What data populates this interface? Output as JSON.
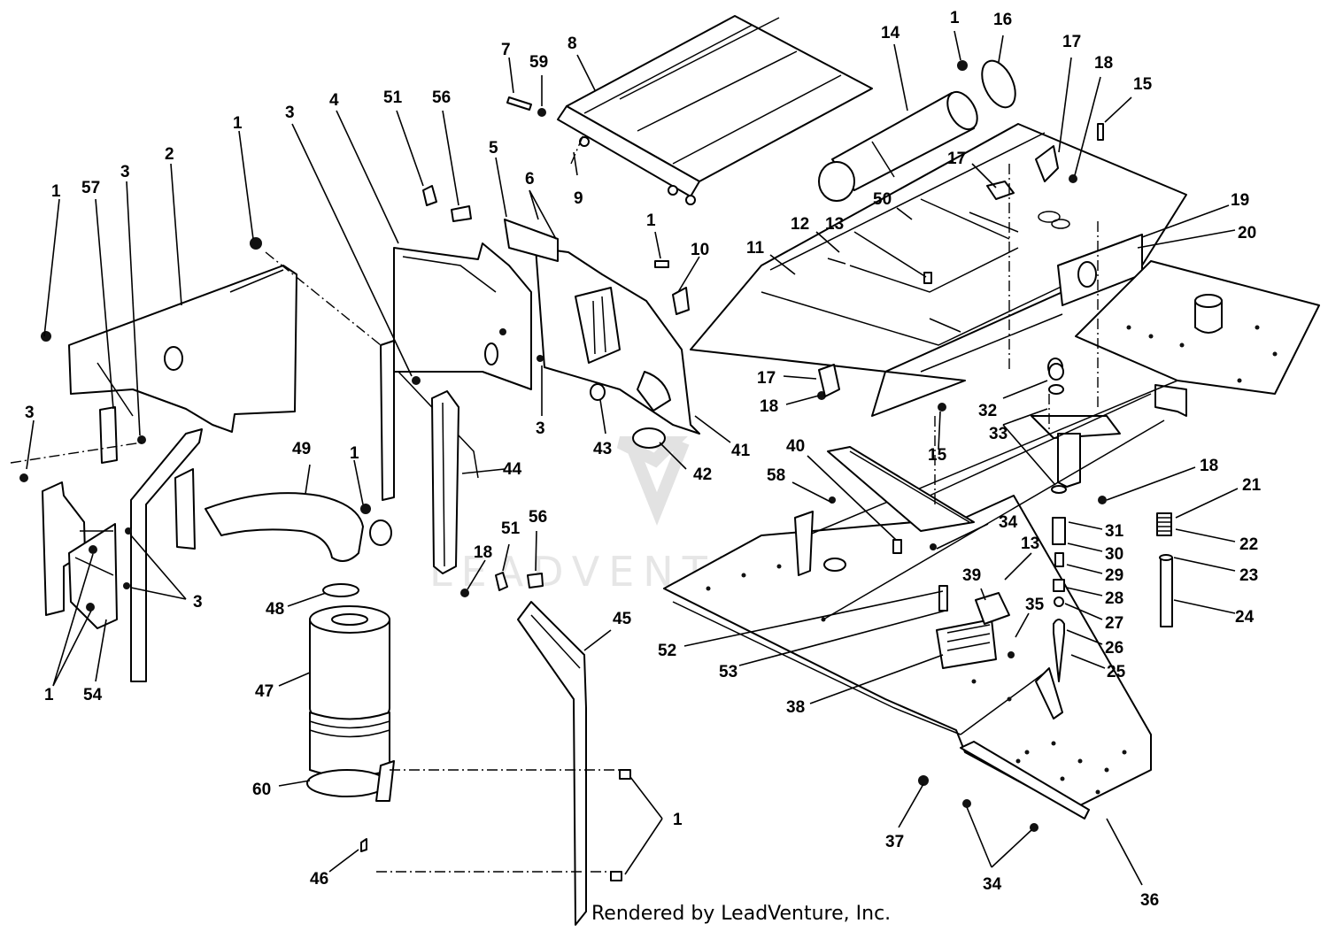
{
  "labels": {
    "p1": "1",
    "p2": "2",
    "p3": "3",
    "p4": "4",
    "p5": "5",
    "p6": "6",
    "p7": "7",
    "p8": "8",
    "p9": "9",
    "p10": "10",
    "p11": "11",
    "p12": "12",
    "p13": "13",
    "p14": "14",
    "p15": "15",
    "p16": "16",
    "p17": "17",
    "p18": "18",
    "p19": "19",
    "p20": "20",
    "p21": "21",
    "p22": "22",
    "p23": "23",
    "p24": "24",
    "p25": "25",
    "p26": "26",
    "p27": "27",
    "p28": "28",
    "p29": "29",
    "p30": "30",
    "p31": "31",
    "p32": "32",
    "p33": "33",
    "p34": "34",
    "p35": "35",
    "p36": "36",
    "p37": "37",
    "p38": "38",
    "p39": "39",
    "p40": "40",
    "p41": "41",
    "p42": "42",
    "p43": "43",
    "p44": "44",
    "p45": "45",
    "p46": "46",
    "p47": "47",
    "p48": "48",
    "p49": "49",
    "p50": "50",
    "p51": "51",
    "p52": "52",
    "p53": "53",
    "p54": "54",
    "p56": "56",
    "p57": "57",
    "p58": "58",
    "p59": "59",
    "p60": "60"
  },
  "watermark": "LEADVENTURE",
  "credit": "Rendered by LeadVenture, Inc."
}
